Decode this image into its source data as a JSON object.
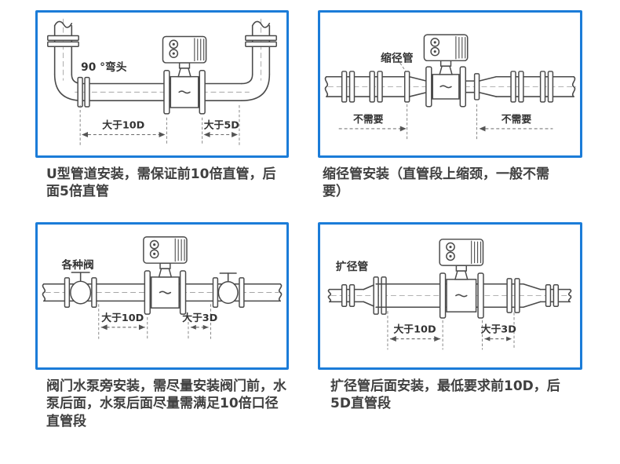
{
  "colors": {
    "panel_border": "#1b7cd8",
    "caption_text": "#404040",
    "diagram_line": "#4a4a4a"
  },
  "panels": [
    {
      "id": "u-pipe",
      "labels": {
        "elbow": "90 °弯头",
        "dim_left": "大于10D",
        "dim_right": "大于5D"
      },
      "caption": "U型管道安装，需保证前10倍直管，后面5倍直管"
    },
    {
      "id": "reducer",
      "labels": {
        "part": "缩径管",
        "dim_left": "不需要",
        "dim_right": "不需要"
      },
      "caption": "缩径管安装（直管段上缩颈，一般不需要）"
    },
    {
      "id": "valve-pump",
      "labels": {
        "part": "各种阀",
        "dim_left": "大于10D",
        "dim_right": "大于3D"
      },
      "caption": "阀门水泵旁安装，需尽量安装阀门前，水泵后面，水泵后面尽量需满足10倍口径直管段"
    },
    {
      "id": "expander",
      "labels": {
        "part": "扩径管",
        "dim_left": "大于10D",
        "dim_right": "大于3D"
      },
      "caption": "扩径管后面安装，最低要求前10D，后5D直管段"
    }
  ]
}
